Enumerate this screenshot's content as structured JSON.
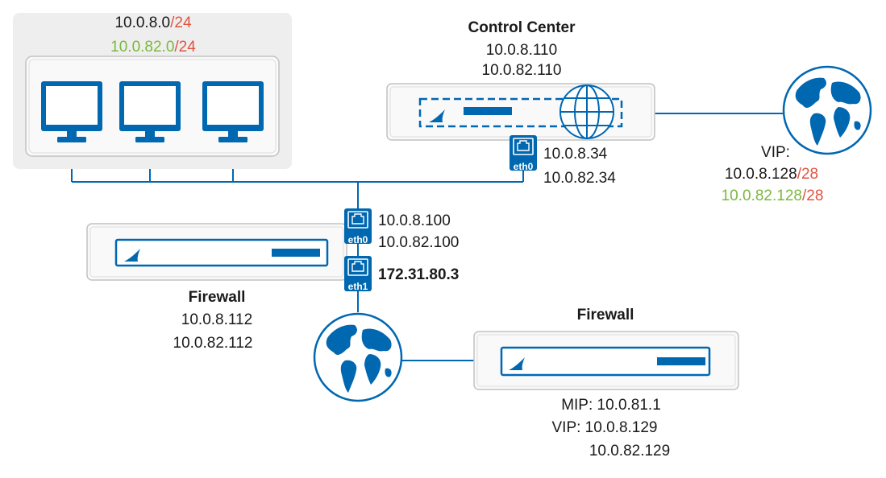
{
  "colors": {
    "network": "#1a1a1a",
    "mask": "#e2523f",
    "alt": "#7bb83e",
    "brand": "#0067b1",
    "panel": "#eeeeee",
    "device_border": "#bbbbbb"
  },
  "subnet": {
    "primary_net": "10.0.8.0",
    "primary_mask": "/24",
    "secondary_net": "10.0.82.0",
    "secondary_mask": "/24"
  },
  "control_center": {
    "title": "Control Center",
    "ip": "10.0.8.110",
    "ip_alt": "10.0.82.110",
    "port_label": "eth0",
    "port_ip": "10.0.8.34",
    "port_ip_alt": "10.0.82.34"
  },
  "vip_cc": {
    "label": "VIP:",
    "ip": "10.0.8.128",
    "ip_mask": "/28",
    "ip_alt": "10.0.82.128",
    "ip_alt_mask": "/28"
  },
  "firewall_left": {
    "title": "Firewall",
    "ip": "10.0.8.112",
    "ip_alt": "10.0.82.112",
    "eth0_label": "eth0",
    "eth0_ip": "10.0.8.100",
    "eth0_ip_alt": "10.0.82.100",
    "eth1_label": "eth1",
    "eth1_ip": "172.31.80.3"
  },
  "firewall_right": {
    "title": "Firewall",
    "mip": "MIP: 10.0.81.1",
    "vip": "VIP: 10.0.8.129",
    "vip_alt": "10.0.82.129"
  },
  "icons": {
    "monitor": "monitor-icon",
    "globe": "globe-icon",
    "ethernet_port": "ethernet-port-icon",
    "brand_logo": "barracuda-logo-icon",
    "web_globe": "wireframe-globe-icon"
  }
}
